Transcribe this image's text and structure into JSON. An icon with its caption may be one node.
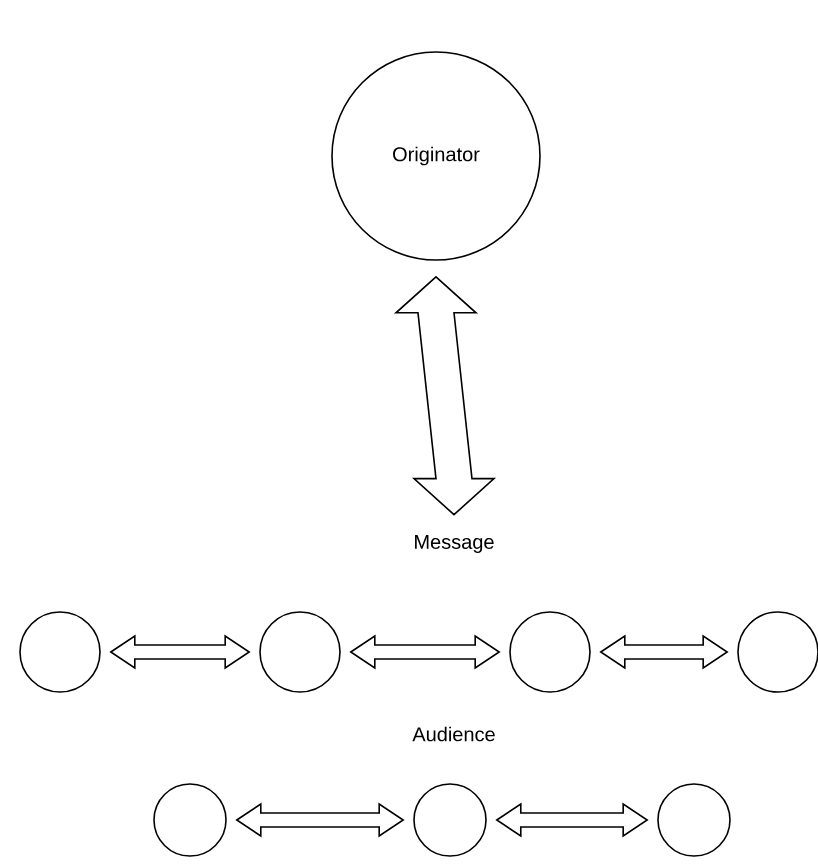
{
  "diagram": {
    "nodes": [
      {
        "text": [
          "Originator"
        ]
      },
      {
        "text": [
          "Message"
        ]
      },
      {
        "text": [],
        "shape": "circle"
      },
      {
        "text": [],
        "shape": "circle"
      },
      {
        "text": [],
        "shape": "circle"
      },
      {
        "text": [],
        "shape": "circle"
      },
      {
        "text": [],
        "shape": "circle"
      },
      {
        "text": [],
        "shape": "circle"
      },
      {
        "text": [],
        "shape": "circle"
      }
    ],
    "edges": [
      {
        "from": 0,
        "to": 1,
        "arrow": "both",
        "style": "thick"
      },
      {
        "from": 2,
        "to": 3,
        "arrow": "both"
      },
      {
        "from": 3,
        "to": 4,
        "arrow": "both"
      },
      {
        "from": 4,
        "to": 5,
        "arrow": "both"
      },
      {
        "from": 6,
        "to": 7,
        "arrow": "both"
      },
      {
        "from": 7,
        "to": 8,
        "arrow": "both"
      }
    ],
    "labels": [
      "Audience"
    ]
  }
}
